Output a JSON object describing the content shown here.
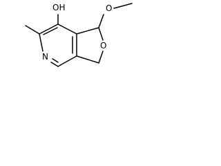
{
  "molecule": {
    "atoms": {
      "hydroxyl": "OH",
      "methoxy_oxygen": "O",
      "ring_oxygen": "O",
      "pyridine_nitrogen": "N"
    },
    "line_color": "#000000",
    "background": "#ffffff"
  }
}
